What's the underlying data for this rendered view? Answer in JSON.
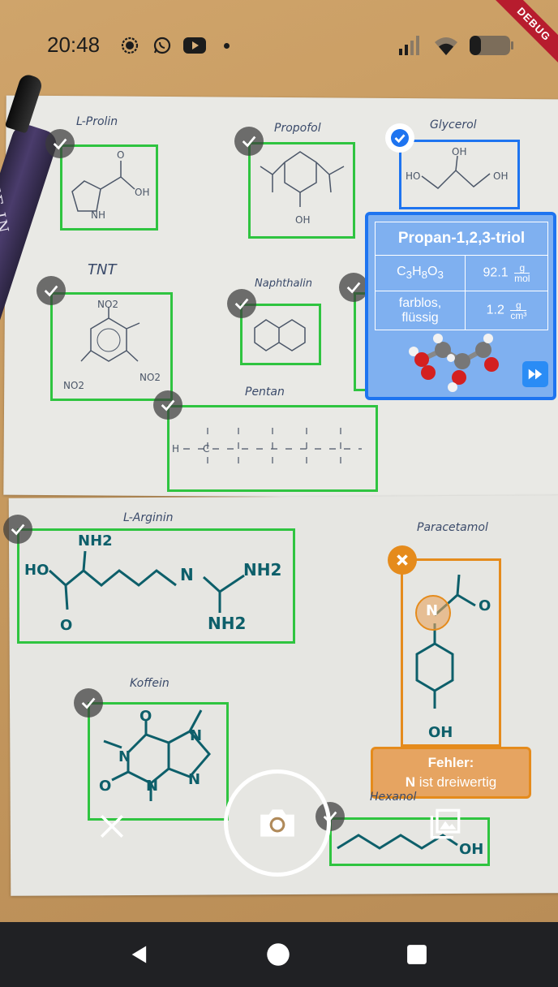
{
  "status_bar": {
    "time": "20:48",
    "icons": [
      "signal-messenger-icon",
      "whatsapp-icon",
      "youtube-icon",
      "dot-icon",
      "cellular-signal-icon",
      "wifi-icon",
      "battery-icon"
    ]
  },
  "debug_banner": "DEBUG",
  "pen_text": "STOFF IN",
  "molecules": [
    {
      "id": "l-prolin",
      "label": "L-Prolin",
      "atoms": [
        "O",
        "OH",
        "NH"
      ]
    },
    {
      "id": "propofol",
      "label": "Propofol",
      "atoms": [
        "OH"
      ]
    },
    {
      "id": "glycerol",
      "label": "Glycerol",
      "atoms": [
        "OH",
        "HO",
        "OH"
      ]
    },
    {
      "id": "tnt",
      "label": "TNT",
      "atoms": [
        "NO2",
        "NO2",
        "NO2"
      ]
    },
    {
      "id": "naphthalin",
      "label": "Naphthalin",
      "atoms": []
    },
    {
      "id": "pentan",
      "label": "Pentan",
      "atoms": [
        "H",
        "C"
      ]
    },
    {
      "id": "l-arginin",
      "label": "L-Arginin",
      "atoms": [
        "NH2",
        "HO",
        "O",
        "N",
        "NH2",
        "NH2"
      ]
    },
    {
      "id": "paracetamol",
      "label": "Paracetamol",
      "atoms": [
        "N",
        "O",
        "OH"
      ]
    },
    {
      "id": "koffein",
      "label": "Koffein",
      "atoms": [
        "O",
        "N",
        "N",
        "O",
        "N",
        "N"
      ]
    },
    {
      "id": "hexanol",
      "label": "Hexanol",
      "atoms": [
        "OH"
      ]
    }
  ],
  "info_card": {
    "title": "Propan-1,2,3-triol",
    "formula": {
      "c": "C",
      "c_n": "3",
      "h": "H",
      "h_n": "8",
      "o": "O",
      "o_n": "3"
    },
    "molar_mass": {
      "value": "92.1",
      "unit_num": "g",
      "unit_den": "mol"
    },
    "state": {
      "line1": "farblos,",
      "line2": "flüssig"
    },
    "density": {
      "value": "1.2",
      "unit_num": "g",
      "unit_den": "cm³"
    }
  },
  "error": {
    "title": "Fehler:",
    "atom": "N",
    "message": "ist dreiwertig"
  },
  "colors": {
    "valid": "#2fc440",
    "selected": "#1e74f0",
    "error": "#e58b1c",
    "ink": "#0d5f6a"
  }
}
